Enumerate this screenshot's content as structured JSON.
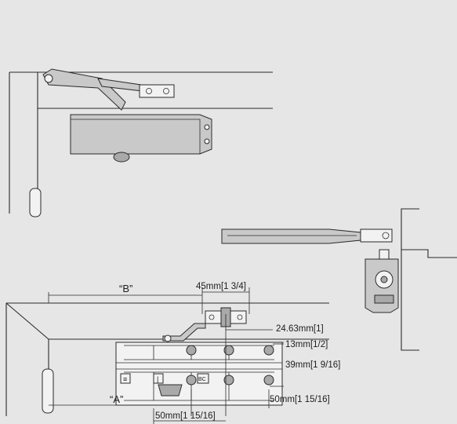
{
  "figure": {
    "background": "#e6e6e6",
    "line_color": "#2b2b2b"
  },
  "labels": {
    "dim_b": "“B”",
    "dim_a": "“A”",
    "dim_45": "45mm[1 3/4]",
    "dim_24_63": "24.63mm[1]",
    "dim_13": "13mm[1/2]",
    "dim_39": "39mm[1 9/16]",
    "dim_50_right": "50mm[1 15/16]",
    "dim_50_bottom": "50mm[1 15/16]"
  },
  "template_marks": {
    "mark_left": "≡",
    "mark_mid": "|",
    "mark_bc": "BC"
  }
}
